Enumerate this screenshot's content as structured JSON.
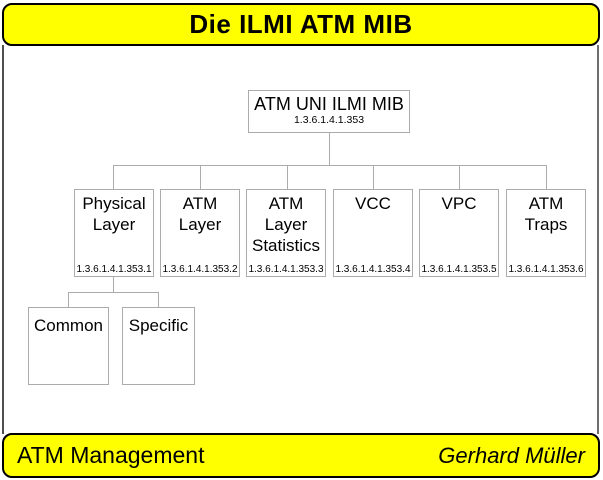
{
  "slide": {
    "title": "Die ILMI ATM MIB",
    "footer": {
      "left_text": "ATM Management",
      "author": "Gerhard Müller"
    }
  },
  "diagram": {
    "root": {
      "label": "ATM UNI ILMI MIB",
      "oid": "1.3.6.1.4.1.353"
    },
    "children": [
      {
        "label": "Physical Layer",
        "oid": "1.3.6.1.4.1.353.1"
      },
      {
        "label": "ATM Layer",
        "oid": "1.3.6.1.4.1.353.2"
      },
      {
        "label": "ATM Layer Statistics",
        "oid": "1.3.6.1.4.1.353.3"
      },
      {
        "label": "VCC",
        "oid": "1.3.6.1.4.1.353.4"
      },
      {
        "label": "VPC",
        "oid": "1.3.6.1.4.1.353.5"
      },
      {
        "label": "ATM Traps",
        "oid": "1.3.6.1.4.1.353.6"
      }
    ],
    "physical_layer_children": [
      {
        "label": "Common"
      },
      {
        "label": "Specific"
      }
    ]
  },
  "colors": {
    "bar_background": "#ffff00",
    "bar_border": "#000000",
    "node_border": "#ababab",
    "connector": "#ababab",
    "text": "#000000"
  }
}
